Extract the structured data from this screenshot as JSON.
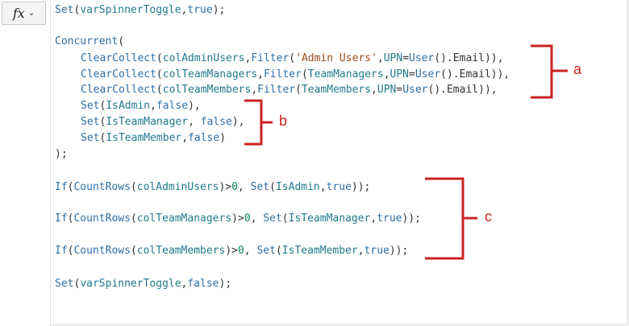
{
  "formula_bar": {
    "fx_label": "fx",
    "chevron": "⌄"
  },
  "code": {
    "l1": [
      [
        "fn",
        "Set"
      ],
      [
        "punc",
        "("
      ],
      [
        "var",
        "varSpinnerToggle"
      ],
      [
        "punc",
        ","
      ],
      [
        "bool",
        "true"
      ],
      [
        "punc",
        ");"
      ]
    ],
    "l2": [
      [
        "fn",
        "Concurrent"
      ],
      [
        "punc",
        "("
      ]
    ],
    "l3": [
      [
        "fn",
        "ClearCollect"
      ],
      [
        "punc",
        "("
      ],
      [
        "var",
        "colAdminUsers"
      ],
      [
        "punc",
        ","
      ],
      [
        "fn",
        "Filter"
      ],
      [
        "punc",
        "("
      ],
      [
        "str",
        "'Admin Users'"
      ],
      [
        "punc",
        ","
      ],
      [
        "var",
        "UPN"
      ],
      [
        "punc",
        "="
      ],
      [
        "fn",
        "User"
      ],
      [
        "punc",
        "().Email)),"
      ]
    ],
    "l4": [
      [
        "fn",
        "ClearCollect"
      ],
      [
        "punc",
        "("
      ],
      [
        "var",
        "colTeamManagers"
      ],
      [
        "punc",
        ","
      ],
      [
        "fn",
        "Filter"
      ],
      [
        "punc",
        "("
      ],
      [
        "var",
        "TeamManagers"
      ],
      [
        "punc",
        ","
      ],
      [
        "var",
        "UPN"
      ],
      [
        "punc",
        "="
      ],
      [
        "fn",
        "User"
      ],
      [
        "punc",
        "().Email)),"
      ]
    ],
    "l5": [
      [
        "fn",
        "ClearCollect"
      ],
      [
        "punc",
        "("
      ],
      [
        "var",
        "colTeamMembers"
      ],
      [
        "punc",
        ","
      ],
      [
        "fn",
        "Filter"
      ],
      [
        "punc",
        "("
      ],
      [
        "var",
        "TeamMembers"
      ],
      [
        "punc",
        ","
      ],
      [
        "var",
        "UPN"
      ],
      [
        "punc",
        "="
      ],
      [
        "fn",
        "User"
      ],
      [
        "punc",
        "().Email)),"
      ]
    ],
    "l6": [
      [
        "fn",
        "Set"
      ],
      [
        "punc",
        "("
      ],
      [
        "var",
        "IsAdmin"
      ],
      [
        "punc",
        ","
      ],
      [
        "bool",
        "false"
      ],
      [
        "punc",
        "),"
      ]
    ],
    "l7": [
      [
        "fn",
        "Set"
      ],
      [
        "punc",
        "("
      ],
      [
        "var",
        "IsTeamManager"
      ],
      [
        "punc",
        ", "
      ],
      [
        "bool",
        "false"
      ],
      [
        "punc",
        "),"
      ]
    ],
    "l8": [
      [
        "fn",
        "Set"
      ],
      [
        "punc",
        "("
      ],
      [
        "var",
        "IsTeamMember"
      ],
      [
        "punc",
        ","
      ],
      [
        "bool",
        "false"
      ],
      [
        "punc",
        ")"
      ]
    ],
    "l9": [
      [
        "punc",
        ");"
      ]
    ],
    "l10": [
      [
        "fn",
        "If"
      ],
      [
        "punc",
        "("
      ],
      [
        "fn",
        "CountRows"
      ],
      [
        "punc",
        "("
      ],
      [
        "var",
        "colAdminUsers"
      ],
      [
        "punc",
        ")>"
      ],
      [
        "num",
        "0"
      ],
      [
        "punc",
        ", "
      ],
      [
        "fn",
        "Set"
      ],
      [
        "punc",
        "("
      ],
      [
        "var",
        "IsAdmin"
      ],
      [
        "punc",
        ","
      ],
      [
        "bool",
        "true"
      ],
      [
        "punc",
        "));"
      ]
    ],
    "l11": [
      [
        "fn",
        "If"
      ],
      [
        "punc",
        "("
      ],
      [
        "fn",
        "CountRows"
      ],
      [
        "punc",
        "("
      ],
      [
        "var",
        "colTeamManagers"
      ],
      [
        "punc",
        ")>"
      ],
      [
        "num",
        "0"
      ],
      [
        "punc",
        ", "
      ],
      [
        "fn",
        "Set"
      ],
      [
        "punc",
        "("
      ],
      [
        "var",
        "IsTeamManager"
      ],
      [
        "punc",
        ","
      ],
      [
        "bool",
        "true"
      ],
      [
        "punc",
        "));"
      ]
    ],
    "l12": [
      [
        "fn",
        "If"
      ],
      [
        "punc",
        "("
      ],
      [
        "fn",
        "CountRows"
      ],
      [
        "punc",
        "("
      ],
      [
        "var",
        "colTeamMembers"
      ],
      [
        "punc",
        ")>"
      ],
      [
        "num",
        "0"
      ],
      [
        "punc",
        ", "
      ],
      [
        "fn",
        "Set"
      ],
      [
        "punc",
        "("
      ],
      [
        "var",
        "IsTeamMember"
      ],
      [
        "punc",
        ","
      ],
      [
        "bool",
        "true"
      ],
      [
        "punc",
        "));"
      ]
    ],
    "l13": [
      [
        "fn",
        "Set"
      ],
      [
        "punc",
        "("
      ],
      [
        "var",
        "varSpinnerToggle"
      ],
      [
        "punc",
        ","
      ],
      [
        "bool",
        "false"
      ],
      [
        "punc",
        ");"
      ]
    ]
  },
  "annotations": {
    "a": "a",
    "b": "b",
    "c": "c"
  },
  "colors": {
    "annotation": "#cc2222",
    "function": "#2e6fa8",
    "identifier": "#1f7a8c",
    "string": "#9c4a1b",
    "number": "#098658"
  }
}
